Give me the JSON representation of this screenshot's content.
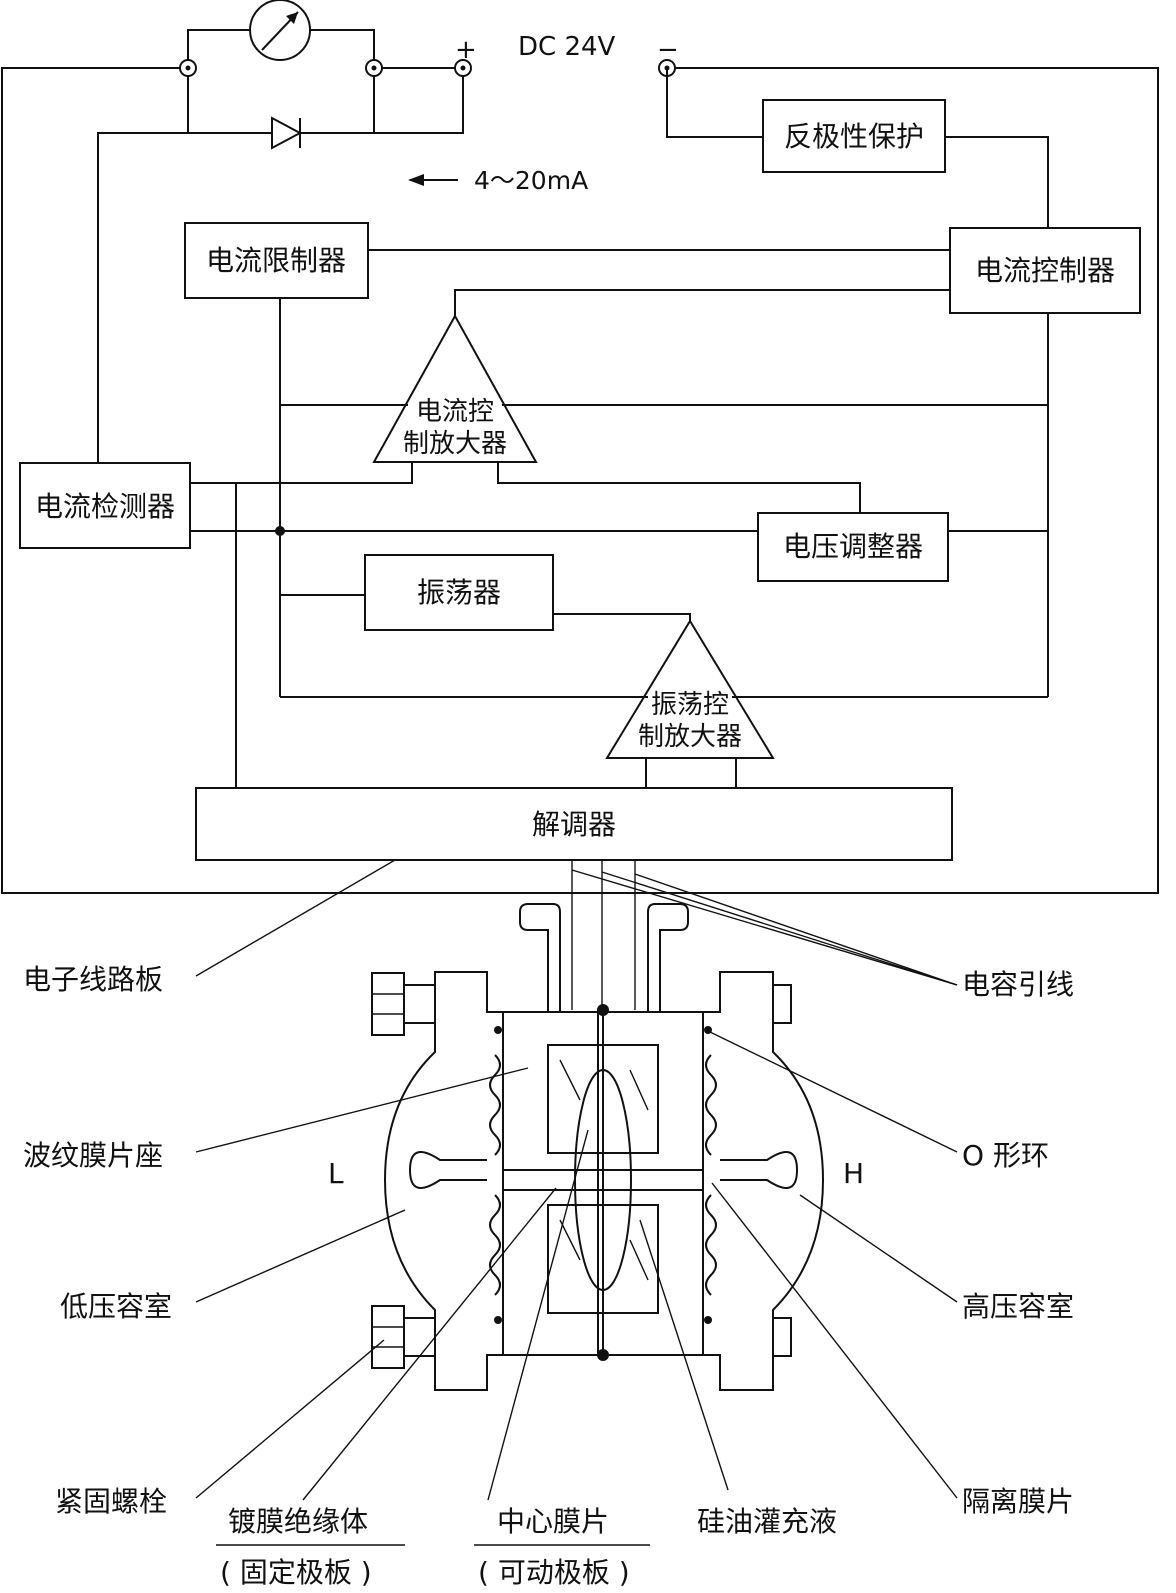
{
  "power": {
    "supply_label": "DC 24V",
    "plus": "+",
    "minus": "−",
    "current_label": "4～20mA"
  },
  "blocks": {
    "reverse_protection": "反极性保护",
    "current_limiter": "电流限制器",
    "current_controller": "电流控制器",
    "current_amp_line1": "电流控",
    "current_amp_line2": "制放大器",
    "current_detector": "电流检测器",
    "voltage_regulator": "电压调整器",
    "oscillator": "振荡器",
    "osc_amp_line1": "振荡控",
    "osc_amp_line2": "制放大器",
    "demodulator": "解调器"
  },
  "sensor_labels": {
    "circuit_board": "电子线路板",
    "capacitor_leads": "电容引线",
    "diaphragm_seat": "波纹膜片座",
    "o_ring": "O 形环",
    "low_side": "L",
    "high_side": "H",
    "low_chamber": "低压容室",
    "high_chamber": "高压容室",
    "bolt": "紧固螺栓",
    "isolating_diaphragm": "隔离膜片",
    "insulator": "镀膜绝缘体",
    "insulator_note": "( 固定极板 )",
    "center_diaphragm": "中心膜片",
    "center_note": "( 可动极板 )",
    "silicone_oil": "硅油灌充液"
  }
}
